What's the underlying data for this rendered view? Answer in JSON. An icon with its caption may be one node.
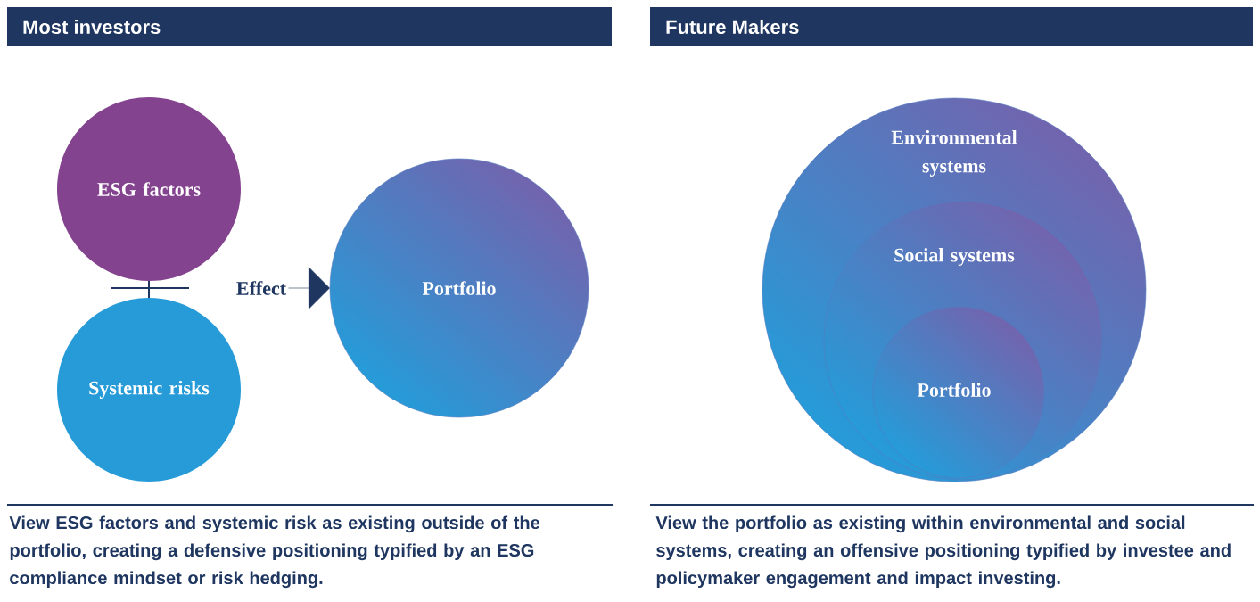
{
  "diagram": {
    "nodes": [
      {
        "text": [
          "Most investors"
        ]
      },
      {
        "text": [
          "ESG factors"
        ]
      },
      {
        "text": [
          "Systemic risks"
        ]
      },
      {
        "text": [
          "Effect"
        ]
      },
      {
        "text": [
          "Portfolio"
        ]
      },
      {
        "text": [
          "Future Makers"
        ]
      },
      {
        "text": [
          "Environmental systems"
        ]
      },
      {
        "text": [
          "Social systems"
        ],
        "in": 6
      },
      {
        "text": [
          "Portfolio"
        ],
        "in": 7
      }
    ],
    "edges": [
      {
        "from": 3,
        "to": 4,
        "arrow": "to"
      }
    ],
    "labels": [
      "View ESG factors and systemic risk as existing outside of the portfolio, creating a defensive positioning typified by an ESG compliance mindset or risk hedging.",
      "View the portfolio as existing within environmental and social systems, creating an offensive positioning typified by investee and policymaker engagement and impact investing."
    ]
  }
}
